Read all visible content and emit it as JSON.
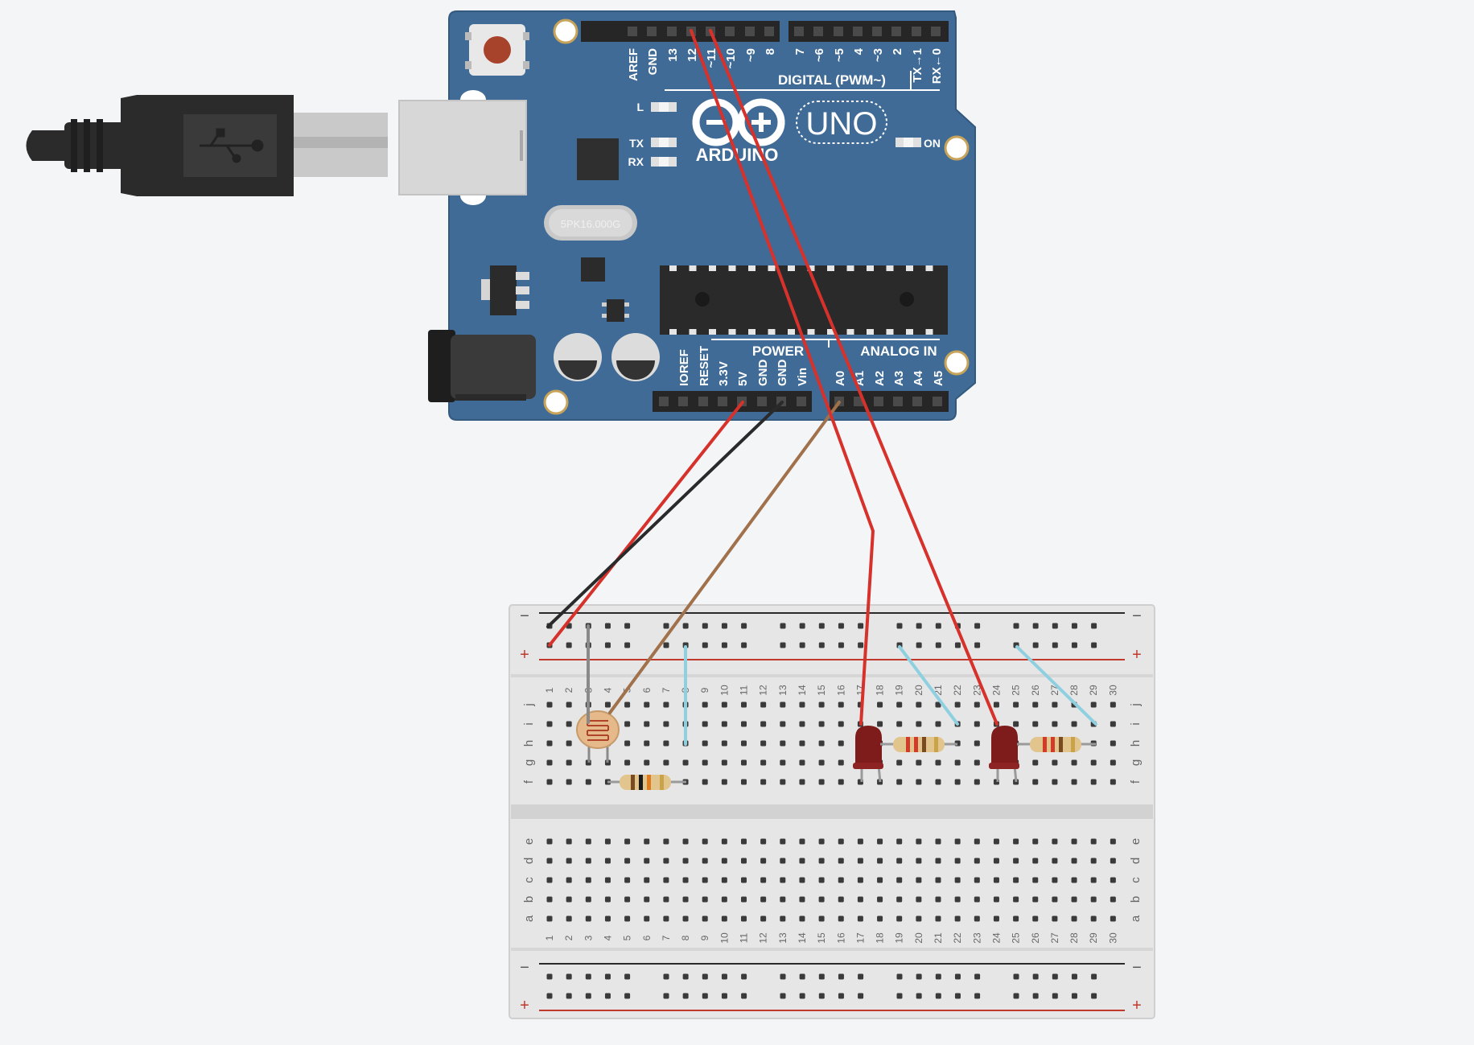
{
  "colors": {
    "background": "#f4f5f7",
    "board": "#3f6b96",
    "board_edge": "#33597f",
    "header": "#262626",
    "chip": "#2a2a2a",
    "wire_red": "#d6322b",
    "wire_black": "#2a2a2a",
    "wire_brown": "#a0714b",
    "wire_blue": "#8fd0e0",
    "led_red": "#7e1c1c",
    "breadboard": "#e6e6e6",
    "rail_red": "#c0392b"
  },
  "board": {
    "name": "Arduino UNO",
    "brand": "ARDUINO",
    "model": "UNO",
    "crystal": "5PK16.000G",
    "on_label": "ON",
    "l_label": "L",
    "tx_label": "TX",
    "rx_label": "RX",
    "digital_label": "DIGITAL (PWM~)",
    "power_label": "POWER",
    "analog_label": "ANALOG IN",
    "digital_pins_high": [
      "AREF",
      "GND",
      "13",
      "12",
      "~11",
      "~10",
      "~9",
      "8"
    ],
    "digital_pins_low": [
      "7",
      "~6",
      "~5",
      "4",
      "~3",
      "2",
      "TX→1",
      "RX←0"
    ],
    "power_pins": [
      "IOREF",
      "RESET",
      "3.3V",
      "5V",
      "GND",
      "GND",
      "Vin"
    ],
    "analog_pins": [
      "A0",
      "A1",
      "A2",
      "A3",
      "A4",
      "A5"
    ]
  },
  "breadboard": {
    "columns": [
      "1",
      "2",
      "3",
      "4",
      "5",
      "6",
      "7",
      "8",
      "9",
      "10",
      "11",
      "12",
      "13",
      "14",
      "15",
      "16",
      "17",
      "18",
      "19",
      "20",
      "21",
      "22",
      "23",
      "24",
      "25",
      "26",
      "27",
      "28",
      "29",
      "30"
    ],
    "rows_top": [
      "j",
      "i",
      "h",
      "g",
      "f"
    ],
    "rows_bottom": [
      "e",
      "d",
      "c",
      "b",
      "a"
    ],
    "rail_minus": "−",
    "rail_plus": "+"
  },
  "components": [
    {
      "type": "photoresistor",
      "name": "LDR"
    },
    {
      "type": "resistor",
      "bands": [
        "#7a4a21",
        "#1a1a1a",
        "#e07a1f",
        "#c9a24a"
      ]
    },
    {
      "type": "led",
      "color": "red"
    },
    {
      "type": "resistor",
      "bands": [
        "#d23a2a",
        "#d23a2a",
        "#7a4a21",
        "#c9a24a"
      ]
    },
    {
      "type": "led",
      "color": "red"
    },
    {
      "type": "resistor",
      "bands": [
        "#d23a2a",
        "#d23a2a",
        "#7a4a21",
        "#c9a24a"
      ]
    }
  ],
  "wires": [
    {
      "from": "12",
      "to": "LED 1",
      "color": "red"
    },
    {
      "from": "~11",
      "to": "LED 2",
      "color": "red"
    },
    {
      "from": "5V",
      "to": "+ rail",
      "color": "red"
    },
    {
      "from": "GND",
      "to": "− rail",
      "color": "black"
    },
    {
      "from": "A0",
      "to": "LDR",
      "color": "brown"
    }
  ]
}
